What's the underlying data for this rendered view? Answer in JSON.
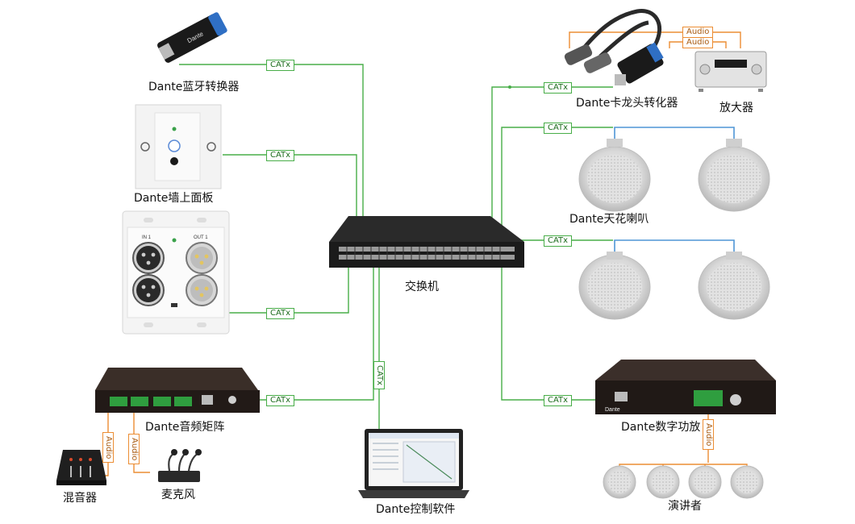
{
  "labels": {
    "bt_converter": "Dante蓝牙转换器",
    "wall_panel": "Dante墙上面板",
    "switch": "交换机",
    "audio_matrix": "Dante音频矩阵",
    "mixer": "混音器",
    "microphone": "麦克风",
    "control_software": "Dante控制软件",
    "xlr_converter": "Dante卡龙头转化器",
    "amplifier": "放大器",
    "ceiling_speaker": "Dante天花喇叭",
    "digital_amp": "Dante数字功放",
    "speaker": "演讲者"
  },
  "cable_tags": {
    "catx": "CATx",
    "audio": "Audio"
  },
  "device_text": {
    "wall_panel_in": "IN 1",
    "wall_panel_out": "OUT 1",
    "brand": "Dante"
  },
  "colors": {
    "catx_line": "#48ad48",
    "audio_line": "#ec8d33",
    "speaker_link": "#4f96d6"
  }
}
